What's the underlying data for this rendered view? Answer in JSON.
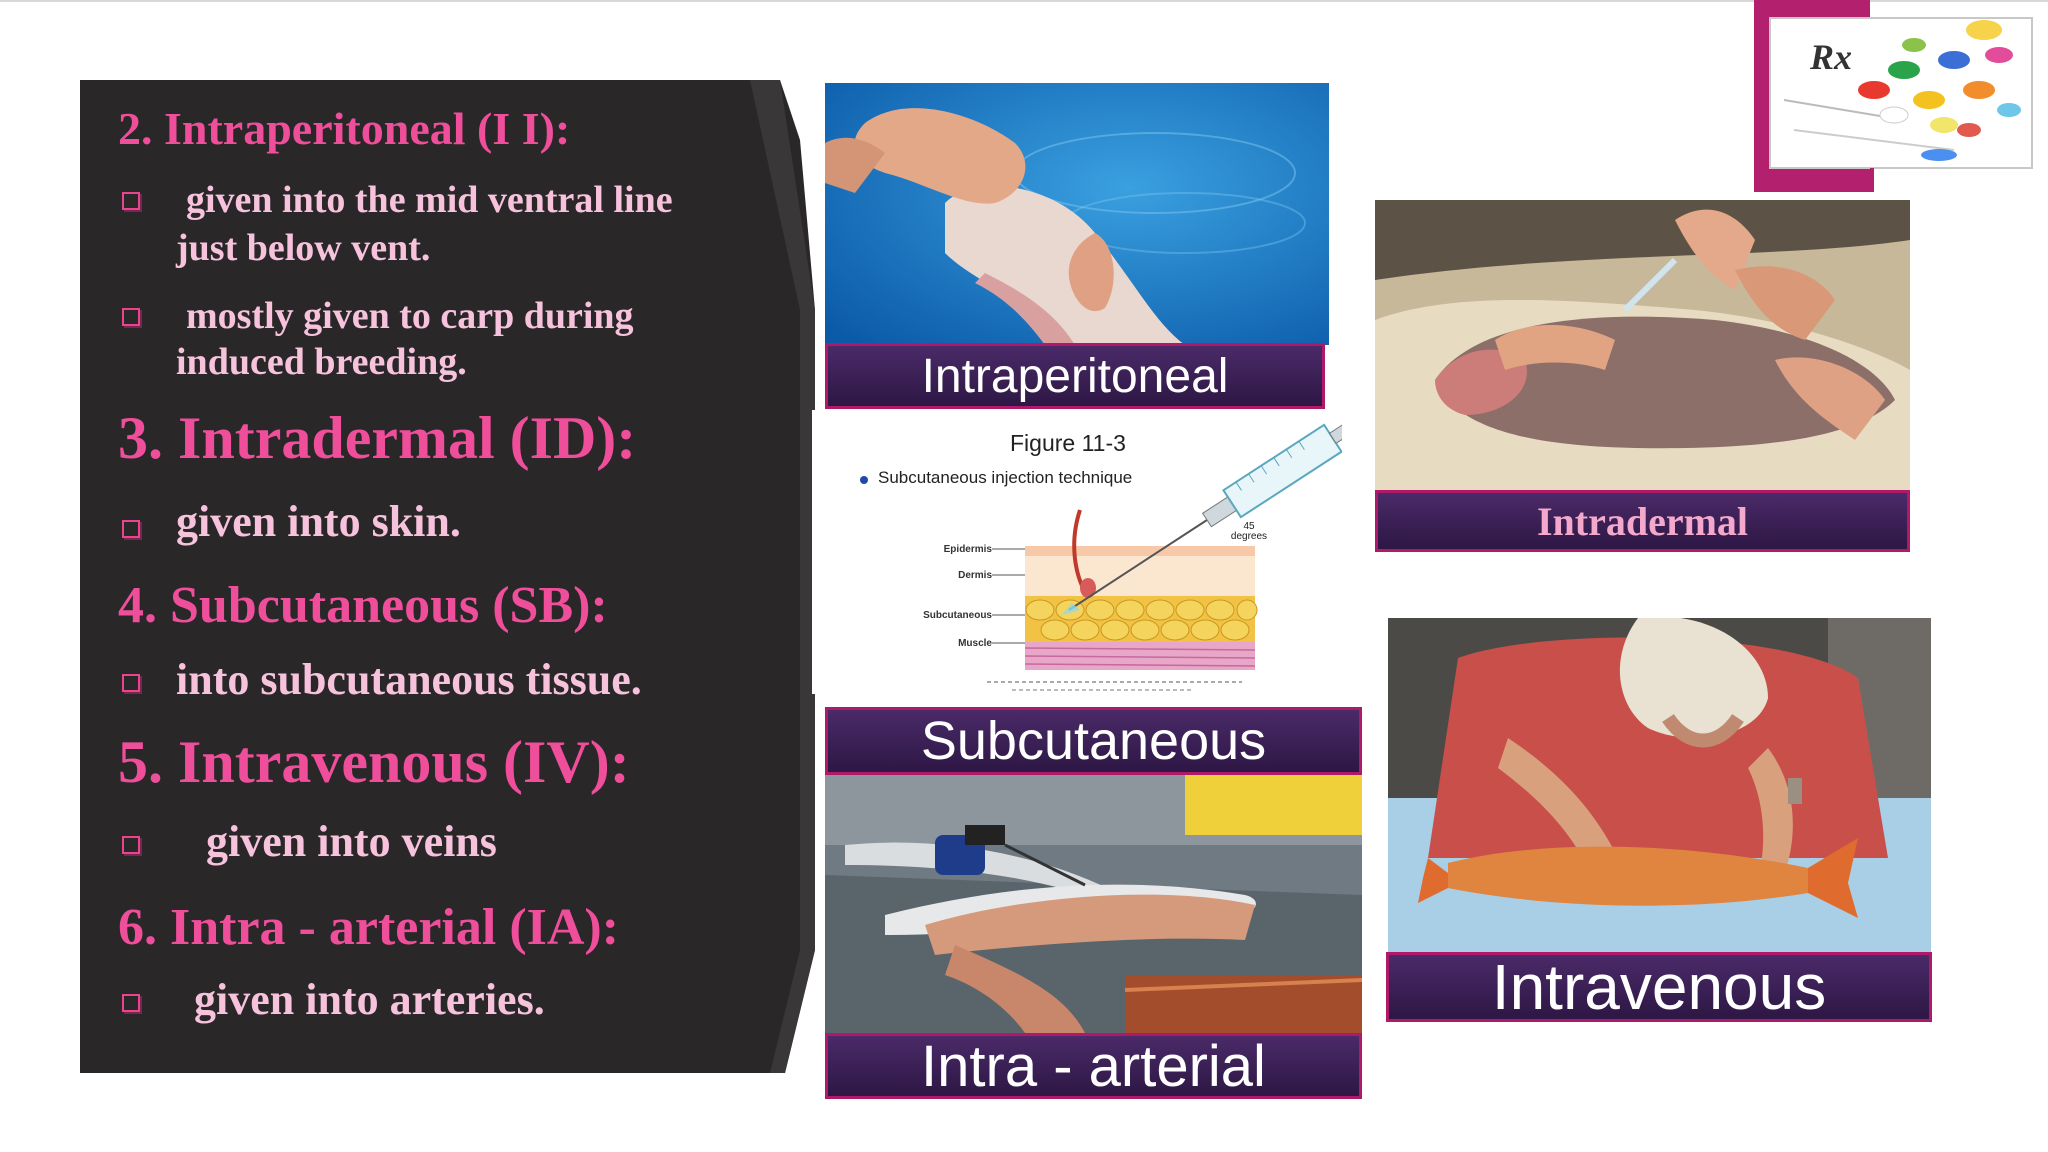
{
  "left_panel": {
    "sections": [
      {
        "heading": "2. Intraperitoneal (I   I):",
        "bullets": [
          "given into the mid ventral line",
          "just below vent.",
          "mostly given to carp during",
          "induced breeding."
        ]
      },
      {
        "heading": "3. Intradermal (ID):",
        "bullets": [
          "given into  skin."
        ]
      },
      {
        "heading": "4. Subcutaneous (SB):",
        "bullets": [
          "into subcutaneous tissue."
        ]
      },
      {
        "heading": "5. Intravenous (IV):",
        "bullets": [
          "given into veins"
        ]
      },
      {
        "heading": "6. Intra - arterial (IA):",
        "bullets": [
          "given into arteries."
        ]
      }
    ]
  },
  "images": {
    "intraperitoneal_caption": "Intraperitoneal",
    "intradermal_caption": "Intradermal",
    "subcutaneous_caption": "Subcutaneous",
    "intravenous_caption": "Intravenous",
    "intra_arterial_caption": "Intra - arterial"
  },
  "figure": {
    "title": "Figure 11-3",
    "subtitle": "Subcutaneous injection technique",
    "angle_label": "45 degrees",
    "layers": [
      "Epidermis",
      "Dermis",
      "Subcutaneous",
      "Muscle"
    ]
  },
  "logo": {
    "symbol": "Rx"
  },
  "colors": {
    "heading_pink": "#ef4e9a",
    "bullet_text": "#f6c2dc",
    "panel_bg": "#2a2729",
    "caption_bg": "#3b2155",
    "caption_border": "#b0186a"
  }
}
